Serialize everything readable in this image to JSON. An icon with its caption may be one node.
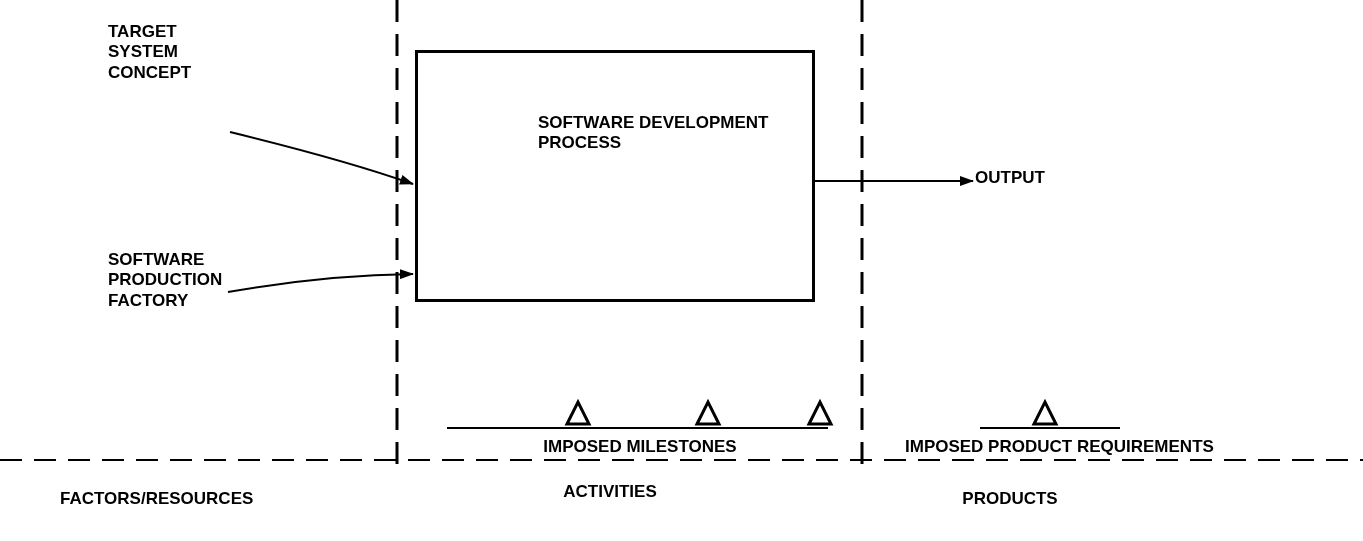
{
  "diagram": {
    "nodes": [
      {
        "text": [
          "TARGET SYSTEM CONCEPT"
        ]
      },
      {
        "text": [
          "SOFTWARE PRODUCTION FACTORY"
        ]
      },
      {
        "text": [
          "SOFTWARE DEVELOPMENT PROCESS"
        ]
      },
      {
        "text": [
          "OUTPUT"
        ]
      }
    ],
    "edges": [
      {
        "from": 0,
        "to": 2,
        "arrow": "to"
      },
      {
        "from": 1,
        "to": 2,
        "arrow": "to"
      },
      {
        "from": 2,
        "to": 3,
        "arrow": "to"
      }
    ],
    "labels": [
      "IMPOSED MILESTONES",
      "IMPOSED PRODUCT REQUIREMENTS",
      "FACTORS/RESOURCES",
      "ACTIVITIES",
      "PRODUCTS"
    ]
  }
}
